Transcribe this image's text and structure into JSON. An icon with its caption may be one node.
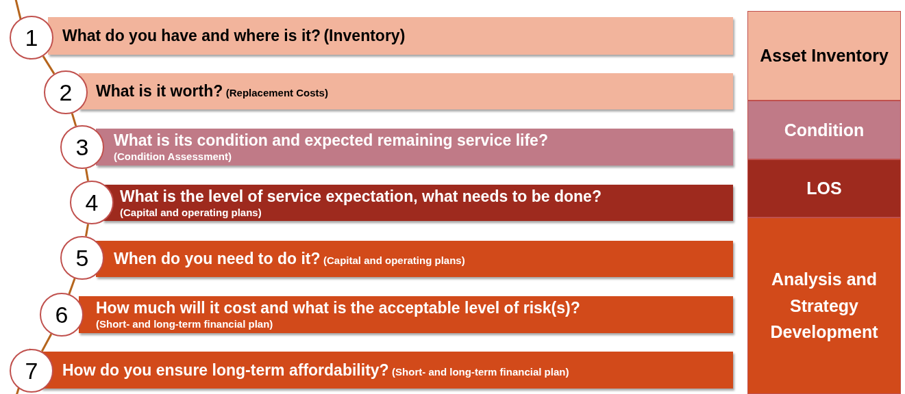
{
  "diagram": {
    "nodes": [
      {
        "text": [
          "1"
        ]
      },
      {
        "text": [
          "What do you have and where is it?",
          "(Inventory)"
        ]
      },
      {
        "text": [
          "2"
        ]
      },
      {
        "text": [
          "What is it worth?",
          "(Replacement Costs)"
        ]
      },
      {
        "text": [
          "3"
        ]
      },
      {
        "text": [
          "What is its condition and expected remaining service life?",
          "(Condition Assessment)"
        ]
      },
      {
        "text": [
          "4"
        ]
      },
      {
        "text": [
          "What is the level of service expectation, what needs to be done?",
          "(Capital and operating plans)"
        ]
      },
      {
        "text": [
          "5"
        ]
      },
      {
        "text": [
          "When do you need to do it?",
          "(Capital and operating plans)"
        ]
      },
      {
        "text": [
          "6"
        ]
      },
      {
        "text": [
          "How much will it cost and what is the acceptable level of risk(s)?",
          "(Short- and long-term financial plan)"
        ]
      },
      {
        "text": [
          "7"
        ]
      },
      {
        "text": [
          "How do you ensure long-term affordability?",
          "(Short- and long-term financial plan)"
        ]
      },
      {
        "text": [
          "Asset Inventory"
        ]
      },
      {
        "text": [
          "Condition"
        ]
      },
      {
        "text": [
          "LOS"
        ]
      },
      {
        "text": [
          "Analysis and Strategy Development"
        ]
      }
    ],
    "edges": [
      {
        "from": null,
        "to": 0,
        "arrow": "none"
      },
      {
        "from": 0,
        "to": 2,
        "arrow": "none"
      },
      {
        "from": 2,
        "to": 4,
        "arrow": "none"
      },
      {
        "from": 4,
        "to": 6,
        "arrow": "none"
      },
      {
        "from": 6,
        "to": 8,
        "arrow": "none"
      },
      {
        "from": 8,
        "to": 10,
        "arrow": "none"
      },
      {
        "from": 10,
        "to": 12,
        "arrow": "none"
      },
      {
        "from": 12,
        "to": null,
        "arrow": "none"
      }
    ]
  }
}
